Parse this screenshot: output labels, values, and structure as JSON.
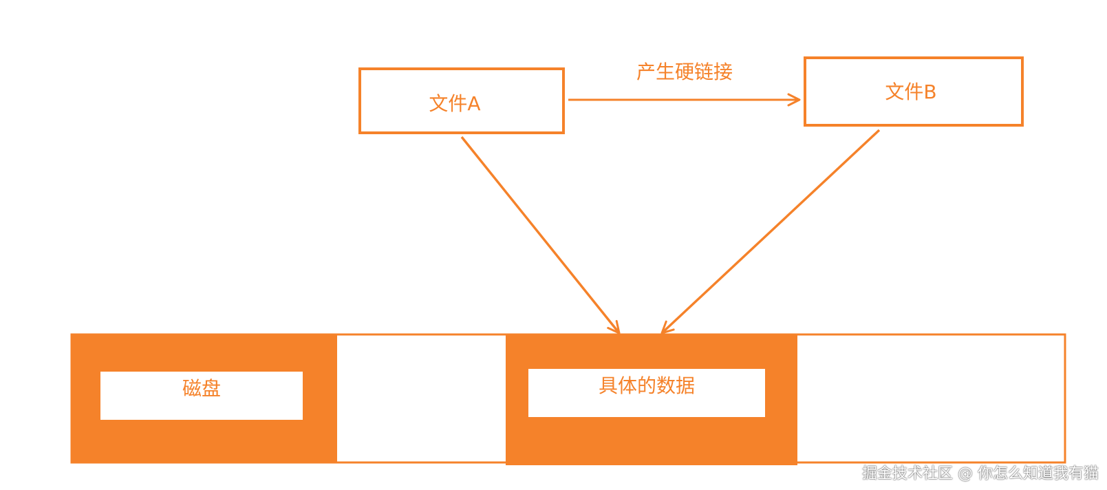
{
  "colors": {
    "accent": "#F5822A",
    "background": "#FFFFFF"
  },
  "nodes": {
    "file_a": "文件A",
    "file_b": "文件B",
    "disk": "磁盘",
    "data": "具体的数据"
  },
  "edges": {
    "hardlink_label": "产生硬链接"
  },
  "watermark": "掘金技术社区 @ 你怎么知道我有猫"
}
